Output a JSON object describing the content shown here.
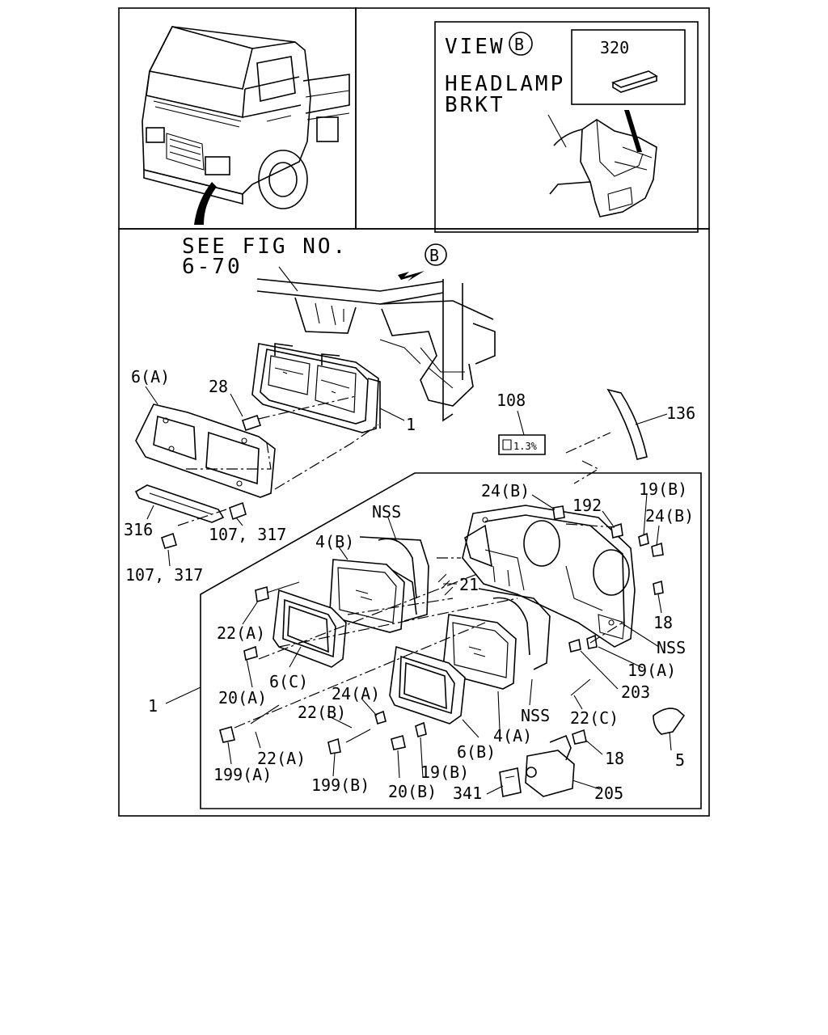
{
  "view_box": {
    "title": "VIEW",
    "view_letter": "B",
    "part_320": "320",
    "headlamp_label_line1": "HEADLAMP",
    "headlamp_label_line2": "BRKT"
  },
  "see_fig": {
    "line1": "SEE FIG NO.",
    "line2": "6-70",
    "arrow_letter": "B"
  },
  "labels": {
    "p6a": "6(A)",
    "p28": "28",
    "p1_upper": "1",
    "p108": "108",
    "p108_tag": "1.3%",
    "p136": "136",
    "p316": "316",
    "p107_317_a": "107, 317",
    "p107_317_b": "107, 317",
    "p24b_top": "24(B)",
    "p192": "192",
    "p19b_top": "19(B)",
    "p24b_right": "24(B)",
    "nss_top": "NSS",
    "p4b": "4(B)",
    "p21": "21",
    "p18_right": "18",
    "nss_right": "NSS",
    "p22a_top": "22(A)",
    "p19a": "19(A)",
    "p203": "203",
    "p20a": "20(A)",
    "p6c": "6(C)",
    "p1_lower": "1",
    "p24a": "24(A)",
    "p22b": "22(B)",
    "nss_bottom": "NSS",
    "p22c": "22(C)",
    "p5": "5",
    "p6b": "6(B)",
    "p4a": "4(A)",
    "p22a_bottom": "22(A)",
    "p18_bottom": "18",
    "p199a": "199(A)",
    "p199b": "199(B)",
    "p19b_bottom": "19(B)",
    "p20b": "20(B)",
    "p341": "341",
    "p205": "205"
  }
}
